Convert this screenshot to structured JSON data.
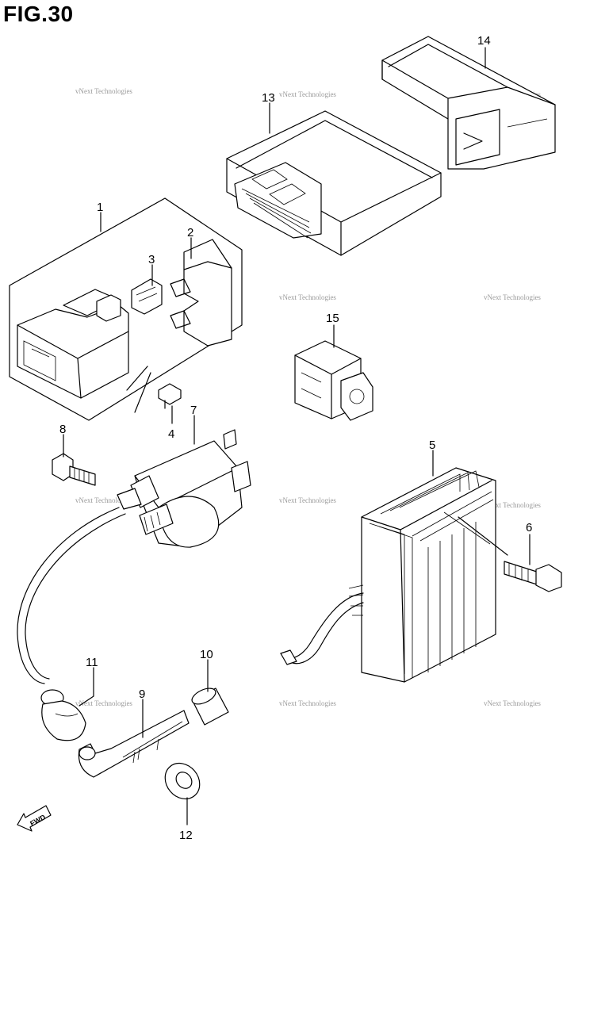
{
  "figure": {
    "title": "FIG.30"
  },
  "callouts": [
    "1",
    "2",
    "3",
    "4",
    "5",
    "6",
    "7",
    "8",
    "9",
    "10",
    "11",
    "12",
    "13",
    "14",
    "15"
  ],
  "watermark": "vNext Technologies",
  "direction_label": "FWD"
}
